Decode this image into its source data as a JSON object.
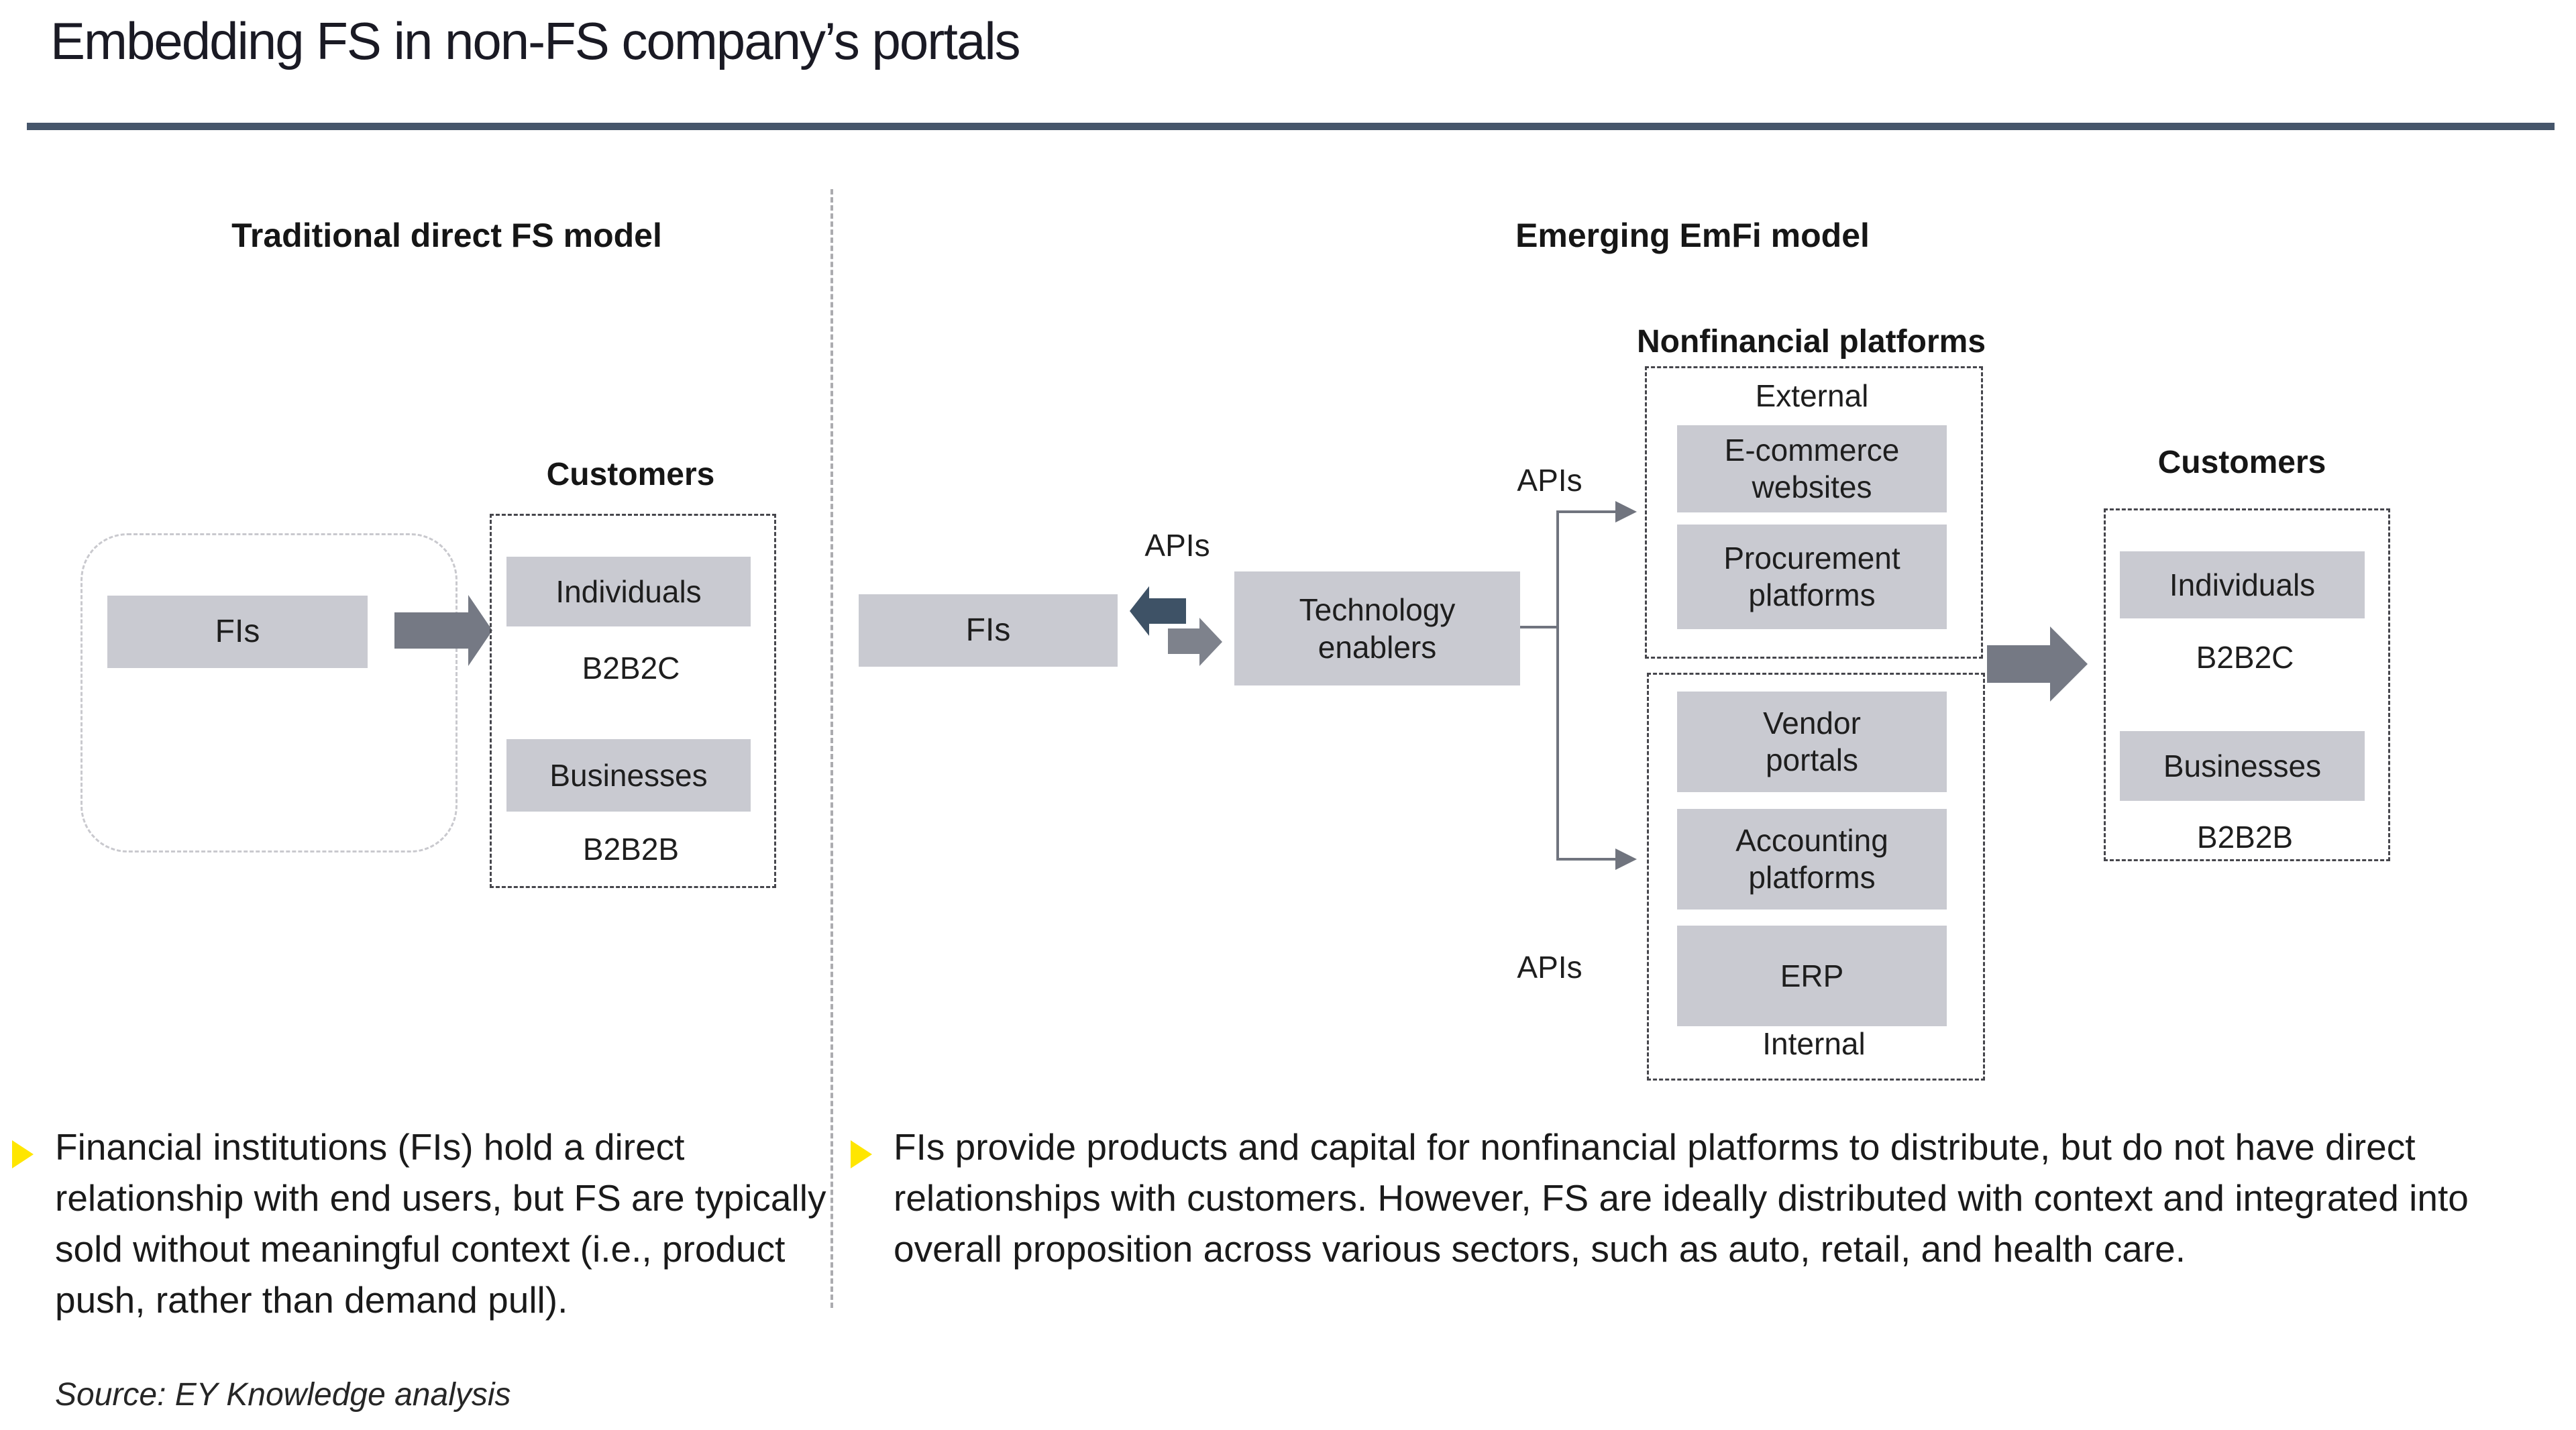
{
  "title": "Embedding FS in non-FS company’s portals",
  "source": "Source: EY Knowledge analysis",
  "colors": {
    "accent_slate": "#46566B",
    "box_fill": "#C9CAD1",
    "arrow_dark": "#3E5266",
    "arrow_gray": "#757984",
    "connector_gray": "#70747E",
    "bullet_yellow": "#FFE600"
  },
  "left": {
    "heading": "Traditional direct FS model",
    "fis": "FIs",
    "customers": {
      "heading": "Customers",
      "groups": [
        {
          "box": "Individuals",
          "tag": "B2B2C"
        },
        {
          "box": "Businesses",
          "tag": "B2B2B"
        }
      ]
    },
    "bullet": "Financial institutions (FIs) hold a direct relationship with end users, but FS are typically sold without meaningful context (i.e., product push, rather than demand pull)."
  },
  "right": {
    "heading": "Emerging EmFi model",
    "fis": "FIs",
    "api_label_fis": "APIs",
    "api_label_external": "APIs",
    "api_label_internal": "APIs",
    "tech_enablers": "Technology enablers",
    "nonfinancial": {
      "heading": "Nonfinancial platforms",
      "external": {
        "label": "External",
        "platforms": [
          "E-commerce websites",
          "Procurement platforms"
        ]
      },
      "internal": {
        "label": "Internal",
        "platforms": [
          "Vendor portals",
          "Accounting platforms",
          "ERP"
        ]
      }
    },
    "customers": {
      "heading": "Customers",
      "groups": [
        {
          "box": "Individuals",
          "tag": "B2B2C"
        },
        {
          "box": "Businesses",
          "tag": "B2B2B"
        }
      ]
    },
    "bullet": "FIs provide products and capital for nonfinancial platforms to distribute, but do not have direct relationships with customers. However, FS are ideally distributed with context and integrated into overall proposition across various sectors, such as auto, retail, and health care."
  }
}
